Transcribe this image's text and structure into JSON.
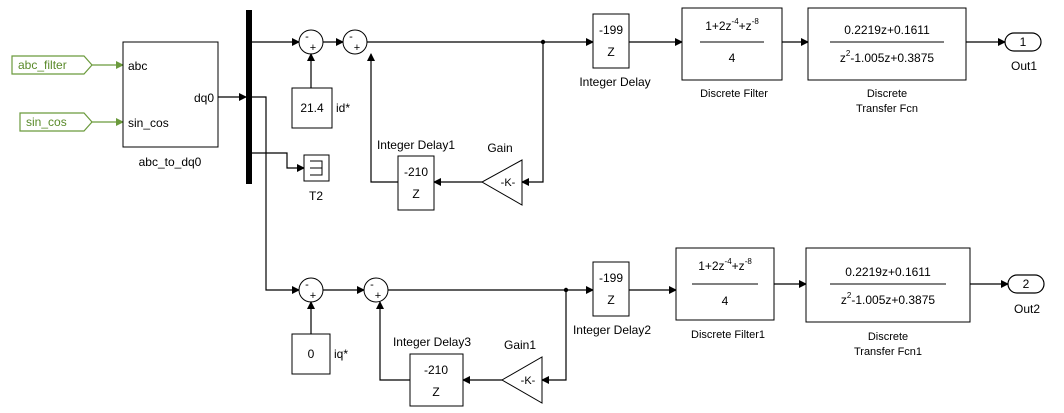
{
  "inports": {
    "abc_filter": "abc_filter",
    "sin_cos": "sin_cos"
  },
  "transform": {
    "port_abc": "abc",
    "port_sincos": "sin_cos",
    "port_dq0": "dq0",
    "name": "abc_to_dq0"
  },
  "scope": {
    "name": "T2"
  },
  "channel1": {
    "sum1_signs": {
      "a": "-",
      "b": "+"
    },
    "sum2_signs": {
      "a": "-",
      "b": "+"
    },
    "ref": {
      "value": "21.4",
      "name": "id*"
    },
    "integer_delay": {
      "value": "-199",
      "z": "Z",
      "name": "Integer Delay"
    },
    "filter": {
      "num": "1+2z",
      "num_exp1": "-4",
      "num_mid": "+z",
      "num_exp2": "-8",
      "den": "4",
      "name": "Discrete Filter"
    },
    "tf": {
      "num": "0.2219z+0.1611",
      "den_a": "z",
      "den_exp": "2",
      "den_b": "-1.005z+0.3875",
      "name1": "Discrete",
      "name2": "Transfer Fcn"
    },
    "out": {
      "num": "1",
      "name": "Out1"
    },
    "feedback_delay": {
      "value": "-210",
      "z": "Z",
      "name": "Integer Delay1"
    },
    "gain": {
      "value": "-K-",
      "name": "Gain"
    }
  },
  "channel2": {
    "sum1_signs": {
      "a": "-",
      "b": "+"
    },
    "sum2_signs": {
      "a": "-",
      "b": "+"
    },
    "ref": {
      "value": "0",
      "name": "iq*"
    },
    "integer_delay": {
      "value": "-199",
      "z": "Z",
      "name": "Integer Delay2"
    },
    "filter": {
      "num": "1+2z",
      "num_exp1": "-4",
      "num_mid": "+z",
      "num_exp2": "-8",
      "den": "4",
      "name": "Discrete Filter1"
    },
    "tf": {
      "num": "0.2219z+0.1611",
      "den_a": "z",
      "den_exp": "2",
      "den_b": "-1.005z+0.3875",
      "name1": "Discrete",
      "name2": "Transfer Fcn1"
    },
    "out": {
      "num": "2",
      "name": "Out2"
    },
    "feedback_delay": {
      "value": "-210",
      "z": "Z",
      "name": "Integer Delay3"
    },
    "gain": {
      "value": "-K-",
      "name": "Gain1"
    }
  }
}
